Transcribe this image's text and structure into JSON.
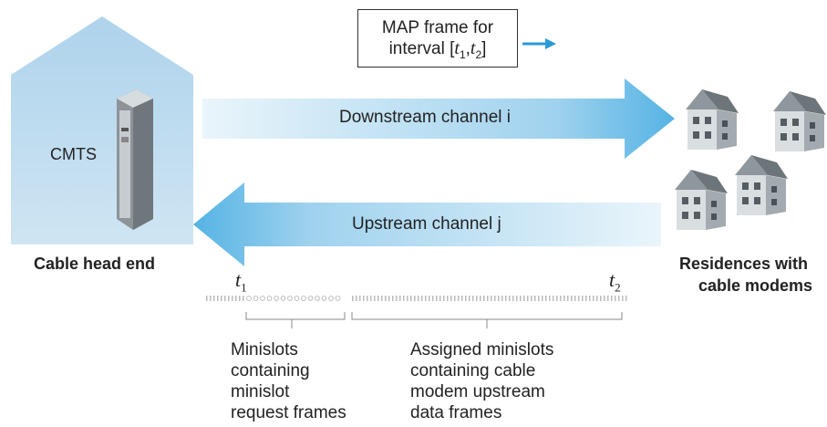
{
  "map_box": {
    "line1": "MAP frame for",
    "line2_prefix": "interval [",
    "t1": "t",
    "t1_sub": "1",
    "sep": ",",
    "t2": "t",
    "t2_sub": "2",
    "line2_suffix": "]"
  },
  "labels": {
    "downstream": "Downstream channel i",
    "upstream": "Upstream channel j",
    "cmts": "CMTS",
    "head_end": "Cable head end",
    "residences_line1": "Residences with",
    "residences_line2": "cable modems",
    "t1": "t",
    "t1_sub": "1",
    "t2": "t",
    "t2_sub": "2"
  },
  "minislot_groups": {
    "request": [
      "Minislots",
      "containing",
      "minislot",
      "request frames"
    ],
    "assigned": [
      "Assigned minislots",
      "containing cable",
      "modem upstream",
      "data frames"
    ]
  },
  "colors": {
    "arrow": "#5ab4e0",
    "arrow_light": "#e4f2fa",
    "building": "#bcd9ec",
    "house": "#9aa2a8"
  }
}
